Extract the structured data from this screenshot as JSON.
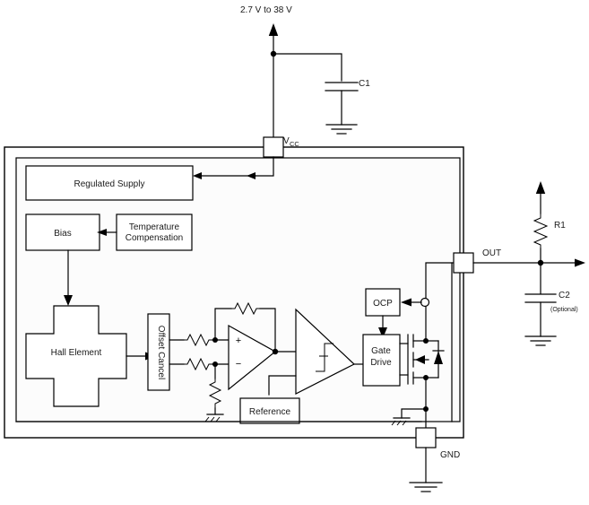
{
  "diagram": {
    "title": "Hall effect switch functional block diagram",
    "supply_label": "2.7 V to 38 V",
    "pins": [
      {
        "name": "VCC",
        "label_main": "V",
        "label_sub": "CC"
      },
      {
        "name": "OUT",
        "label": "OUT"
      },
      {
        "name": "GND",
        "label": "GND"
      }
    ],
    "external_components": [
      {
        "name": "C1",
        "label": "C1",
        "note": ""
      },
      {
        "name": "R1",
        "label": "R1",
        "note": ""
      },
      {
        "name": "C2",
        "label": "C2",
        "note": "(Optional)"
      }
    ],
    "internal_blocks": [
      {
        "name": "regulated-supply",
        "label": "Regulated Supply"
      },
      {
        "name": "bias",
        "label": "Bias"
      },
      {
        "name": "temperature-compensation",
        "label_line1": "Temperature",
        "label_line2": "Compensation"
      },
      {
        "name": "hall-element",
        "label": "Hall Element"
      },
      {
        "name": "offset-cancel",
        "label": "Offset Cancel"
      },
      {
        "name": "reference",
        "label": "Reference"
      },
      {
        "name": "ocp",
        "label": "OCP"
      },
      {
        "name": "gate-drive",
        "label_line1": "Gate",
        "label_line2": "Drive"
      }
    ],
    "amplifier": {
      "plus_label": "+",
      "minus_label": "−"
    },
    "colors": {
      "line": "#000000",
      "background": "#ffffff",
      "text": "#1a1a1a"
    }
  }
}
